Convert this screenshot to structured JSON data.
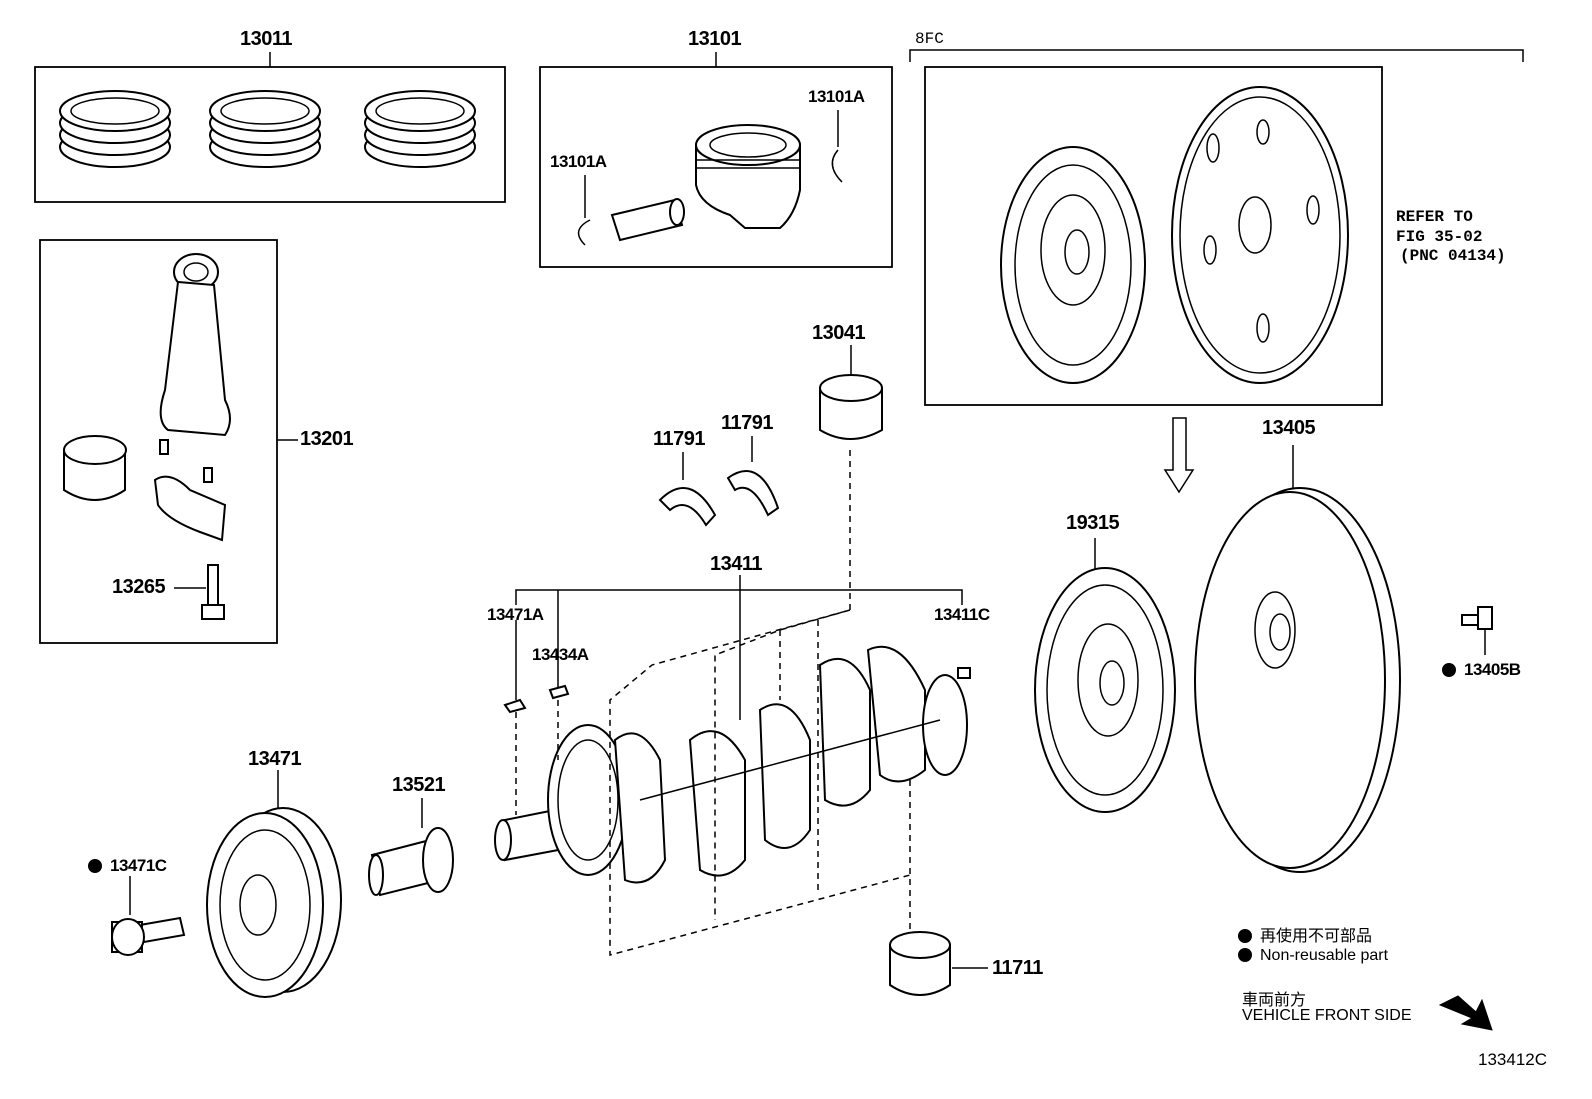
{
  "diagram_title": "",
  "labels": {
    "p13011": "13011",
    "p13101": "13101",
    "p13101A_right": "13101A",
    "p13101A_left": "13101A",
    "p8FC": "8FC",
    "refer_line1": "REFER TO",
    "refer_line2": "FIG 35-02",
    "refer_line3": "(PNC 04134)",
    "p13201": "13201",
    "p13265": "13265",
    "p13041": "13041",
    "p11791_left": "11791",
    "p11791_right": "11791",
    "p13411": "13411",
    "p13471A": "13471A",
    "p13434A": "13434A",
    "p13411C": "13411C",
    "p19315": "19315",
    "p13405": "13405",
    "p13405B": "13405B",
    "p13471": "13471",
    "p13521": "13521",
    "p13471C": "13471C",
    "p11711": "11711"
  },
  "legend": {
    "jp_non_reusable": "再使用不可部品",
    "en_non_reusable": "Non-reusable part",
    "jp_front": "車両前方",
    "en_front": "VEHICLE FRONT SIDE"
  },
  "figure_code": "133412C"
}
